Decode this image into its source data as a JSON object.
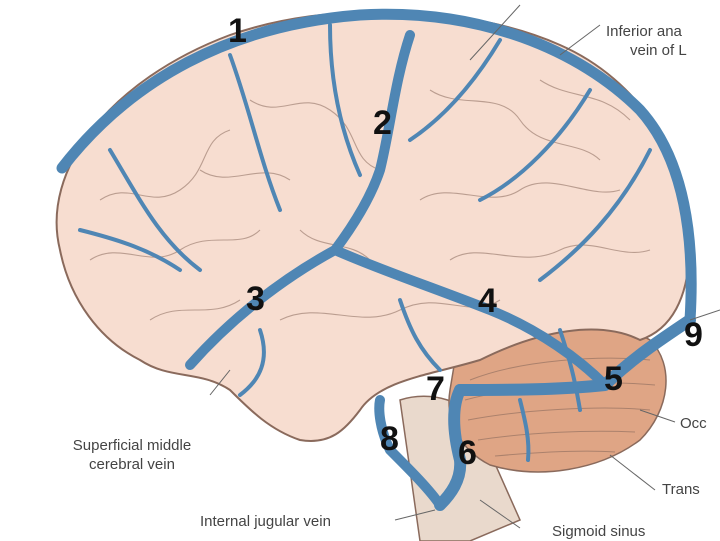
{
  "colors": {
    "brain": "#f7ddd0",
    "brain_outline": "#8a6a5c",
    "vein": "#4f86b4",
    "vein_dark": "#3f729c",
    "cerebellum": "#dfa585",
    "brainstem": "#e9d9cc",
    "label_text": "#444444",
    "number_text": "#111111"
  },
  "numbers": [
    "1",
    "2",
    "3",
    "4",
    "5",
    "6",
    "7",
    "8",
    "9"
  ],
  "labels": {
    "inferior_anastomotic_line1": "Inferior ana",
    "inferior_anastomotic_line2": "vein of L",
    "superficial_middle_line1": "Superficial middle",
    "superficial_middle_line2": "cerebral vein",
    "internal_jugular": "Internal jugular vein",
    "sigmoid_sinus": "Sigmoid sinus",
    "occipital": "Occ",
    "transverse": "Trans"
  }
}
